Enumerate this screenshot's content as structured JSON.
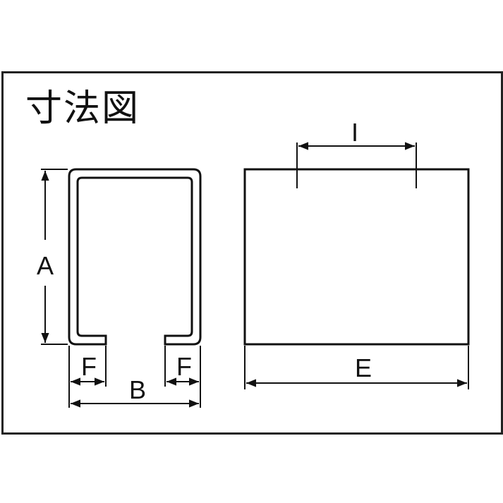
{
  "title": "寸法図",
  "colors": {
    "line": "#111111",
    "frame": "#222222",
    "background": "#ffffff"
  },
  "views": {
    "section": {
      "name": "channel-cross-section",
      "dimensions": {
        "height": "A",
        "width": "B",
        "flange_left": "F",
        "flange_right": "F"
      }
    },
    "side": {
      "name": "side-view",
      "dimensions": {
        "width": "E",
        "hole_pitch": "I"
      }
    }
  }
}
